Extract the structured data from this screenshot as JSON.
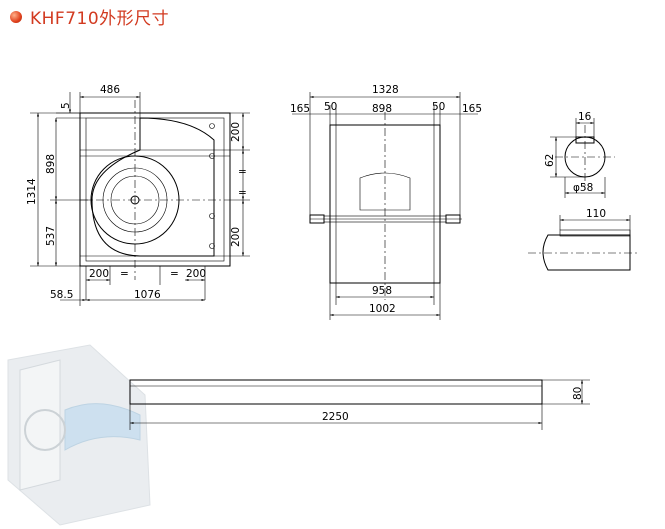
{
  "title": "KHF710外形尺寸",
  "front_view": {
    "top_width": "486",
    "top_gap": "5",
    "overall_height": "1314",
    "upper_height": "898",
    "lower_height": "537",
    "right_top": "200",
    "right_bottom": "200",
    "bottom_left": "200",
    "bottom_right": "200",
    "equal_mark": "=",
    "base_offset": "58.5",
    "base_width": "1076"
  },
  "side_view": {
    "overall_width": "1328",
    "left_ext": "165",
    "right_ext": "165",
    "left_gap": "50",
    "right_gap": "50",
    "inner_width": "898",
    "wheel_width": "958",
    "base_width": "1002"
  },
  "shaft_section": {
    "key_width": "16",
    "height": "62",
    "diameter": "φ58"
  },
  "shaft_end": {
    "length": "110"
  },
  "rail": {
    "length": "2250",
    "height": "80"
  },
  "colors": {
    "title": "#d23a20",
    "line": "#000000"
  }
}
